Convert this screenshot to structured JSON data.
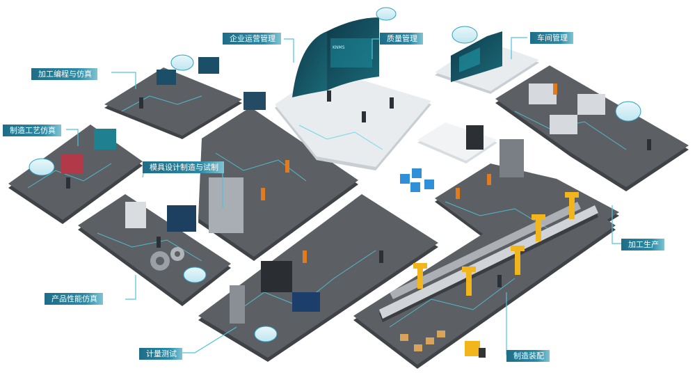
{
  "zones": {
    "enterprise_ops": "企业运营管理",
    "quality": "质量管理",
    "workshop": "车间管理",
    "machining_programming": "加工编程与仿真",
    "process_simulation": "制造工艺仿真",
    "mold_design": "模具设计制造与试制",
    "product_performance": "产品性能仿真",
    "measurement": "计量测试",
    "machining_production": "加工生产",
    "assembly": "制造装配"
  },
  "colors": {
    "platform_top": "#5c5f64",
    "platform_side": "#3f4246",
    "platform_light": "#e9ecef",
    "trace": "#4fd2e8",
    "label": "#2a8aa6",
    "robot": "#f2b51c",
    "cloud": "#2a9fc3"
  },
  "screen_brand": "KNMS"
}
